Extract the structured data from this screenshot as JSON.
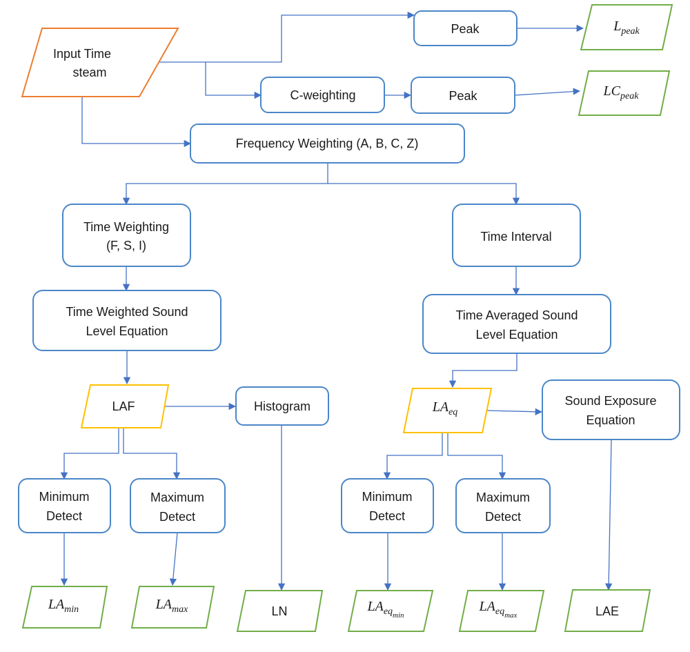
{
  "colors": {
    "process_border": "#4a86c8",
    "connector": "#4472c4",
    "input_border": "#ed7d31",
    "intermediate_border": "#ffc000",
    "output_border": "#70ad47",
    "text": "#1a1a1a"
  },
  "nodes": {
    "input_time_stream": {
      "line1": "Input Time",
      "line2": "steam"
    },
    "peak_top": "Peak",
    "c_weighting": "C-weighting",
    "peak_c": "Peak",
    "frequency_weighting": "Frequency Weighting (A, B, C, Z)",
    "time_weighting": {
      "line1": "Time Weighting",
      "line2": "(F, S, I)"
    },
    "time_interval": "Time Interval",
    "time_weighted_equation": {
      "line1": "Time Weighted Sound",
      "line2": "Level Equation"
    },
    "time_averaged_equation": {
      "line1": "Time Averaged Sound",
      "line2": "Level Equation"
    },
    "laf": "LAF",
    "histogram": "Histogram",
    "laeq": {
      "base": "LA",
      "sub": "eq"
    },
    "sound_exposure_equation": {
      "line1": "Sound Exposure",
      "line2": "Equation"
    },
    "min_detect_left": {
      "line1": "Minimum",
      "line2": "Detect"
    },
    "max_detect_left": {
      "line1": "Maximum",
      "line2": "Detect"
    },
    "min_detect_right": {
      "line1": "Minimum",
      "line2": "Detect"
    },
    "max_detect_right": {
      "line1": "Maximum",
      "line2": "Detect"
    }
  },
  "outputs": {
    "l_peak": {
      "base": "L",
      "sub": "peak"
    },
    "lc_peak": {
      "base": "LC",
      "sub": "peak"
    },
    "la_min": {
      "base": "LA",
      "sub": "min"
    },
    "la_max": {
      "base": "LA",
      "sub": "max"
    },
    "ln": "LN",
    "la_eq_min": {
      "base": "LA",
      "sub": "eq",
      "subsub": "min"
    },
    "la_eq_max": {
      "base": "LA",
      "sub": "eq",
      "subsub": "max"
    },
    "lae": "LAE"
  }
}
